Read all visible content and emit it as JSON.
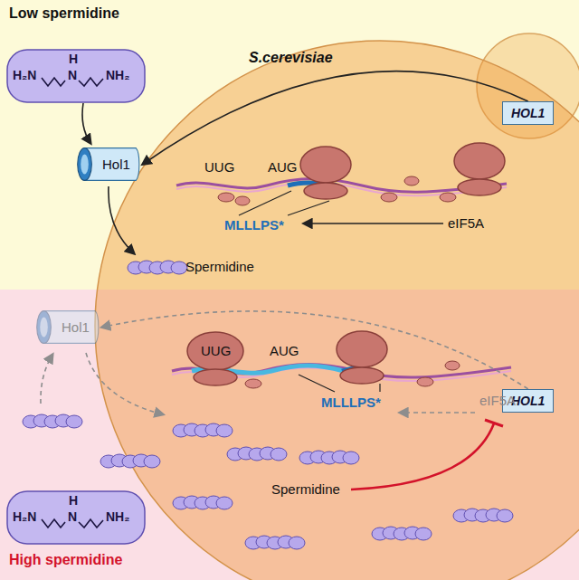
{
  "diagram": {
    "nodes": [
      {
        "text": [
          "Low spermidine"
        ]
      },
      {
        "text": [
          "S.cerevisiae"
        ]
      },
      {
        "text": [
          "Hol1"
        ],
        "in": 0
      },
      {
        "text": [
          "HOL1"
        ],
        "in": 1
      },
      {
        "text": [
          "High spermidine"
        ]
      },
      {
        "text": [
          "Hol1"
        ],
        "in": 4
      },
      {
        "text": [
          "HOL1"
        ],
        "in": 1
      }
    ],
    "edges": [
      {
        "from": 3,
        "to": 2,
        "arrow": "to"
      },
      {
        "from": 6,
        "to": 5,
        "arrow": "to"
      }
    ],
    "labels": [
      "H₂N",
      "H",
      "N",
      "NH₂",
      "UUG",
      "AUG",
      "MLLLPS*",
      "eIF5A",
      "Spermidine",
      "UUG",
      "AUG",
      "MLLLPS*",
      "eIF5A",
      "Spermidine",
      "H₂N",
      "H",
      "N",
      "NH₂"
    ]
  }
}
